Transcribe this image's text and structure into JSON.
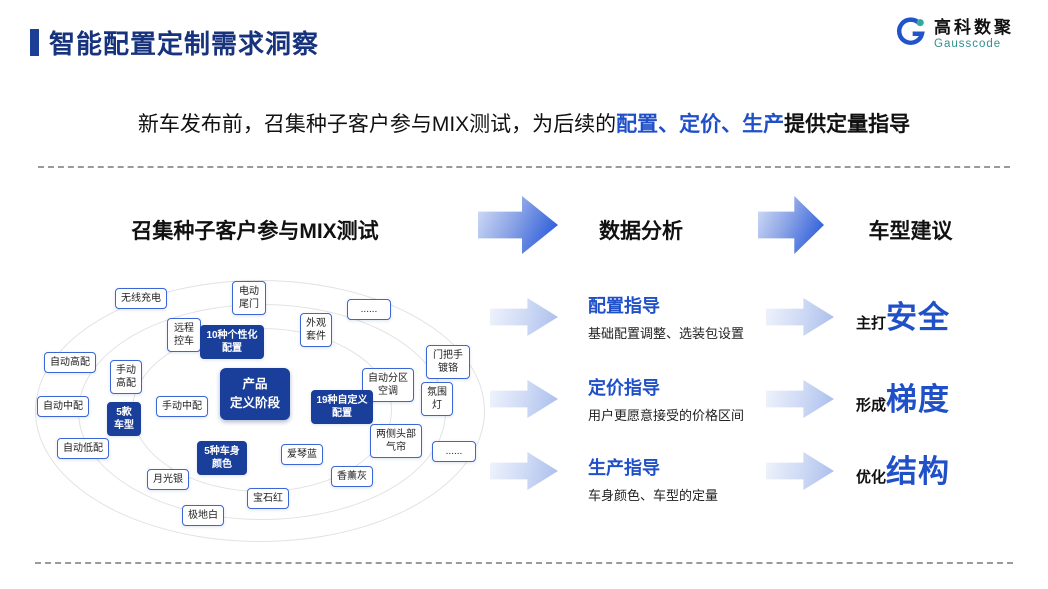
{
  "header": {
    "title": "智能配置定制需求洞察",
    "logo_name": "高科数聚",
    "logo_sub": "Gausscode"
  },
  "subtitle": {
    "pre": "新车发布前，召集种子客户参与MIX测试，为后续的",
    "highlight": "配置、定价、生产",
    "post": "提供定量指导"
  },
  "flow": {
    "left_title": "召集种子客户参与MIX测试",
    "mid_title": "数据分析",
    "right_title": "车型建议"
  },
  "diagram": {
    "center_line1": "产品",
    "center_line2": "定义阶段",
    "nodes": [
      "无线充电",
      "电动尾门",
      "远程控车",
      "10种个性化配置",
      "外观套件",
      "......",
      "门把手镀铬",
      "自动高配",
      "手动高配",
      "自动分区空调",
      "氛围灯",
      "自动中配",
      "5款车型",
      "手动中配",
      "19种自定义配置",
      "两侧头部气帘",
      "......",
      "自动低配",
      "5种车身颜色",
      "爱琴蓝",
      "香薰灰",
      "月光银",
      "宝石红",
      "极地白"
    ]
  },
  "analysis": [
    {
      "title": "配置指导",
      "desc": "基础配置调整、选装包设置"
    },
    {
      "title": "定价指导",
      "desc": "用户更愿意接受的价格区间"
    },
    {
      "title": "生产指导",
      "desc": "车身颜色、车型的定量"
    }
  ],
  "suggestions": [
    {
      "prefix": "主打",
      "keyword": "安全"
    },
    {
      "prefix": "形成",
      "keyword": "梯度"
    },
    {
      "prefix": "优化",
      "keyword": "结构"
    }
  ]
}
